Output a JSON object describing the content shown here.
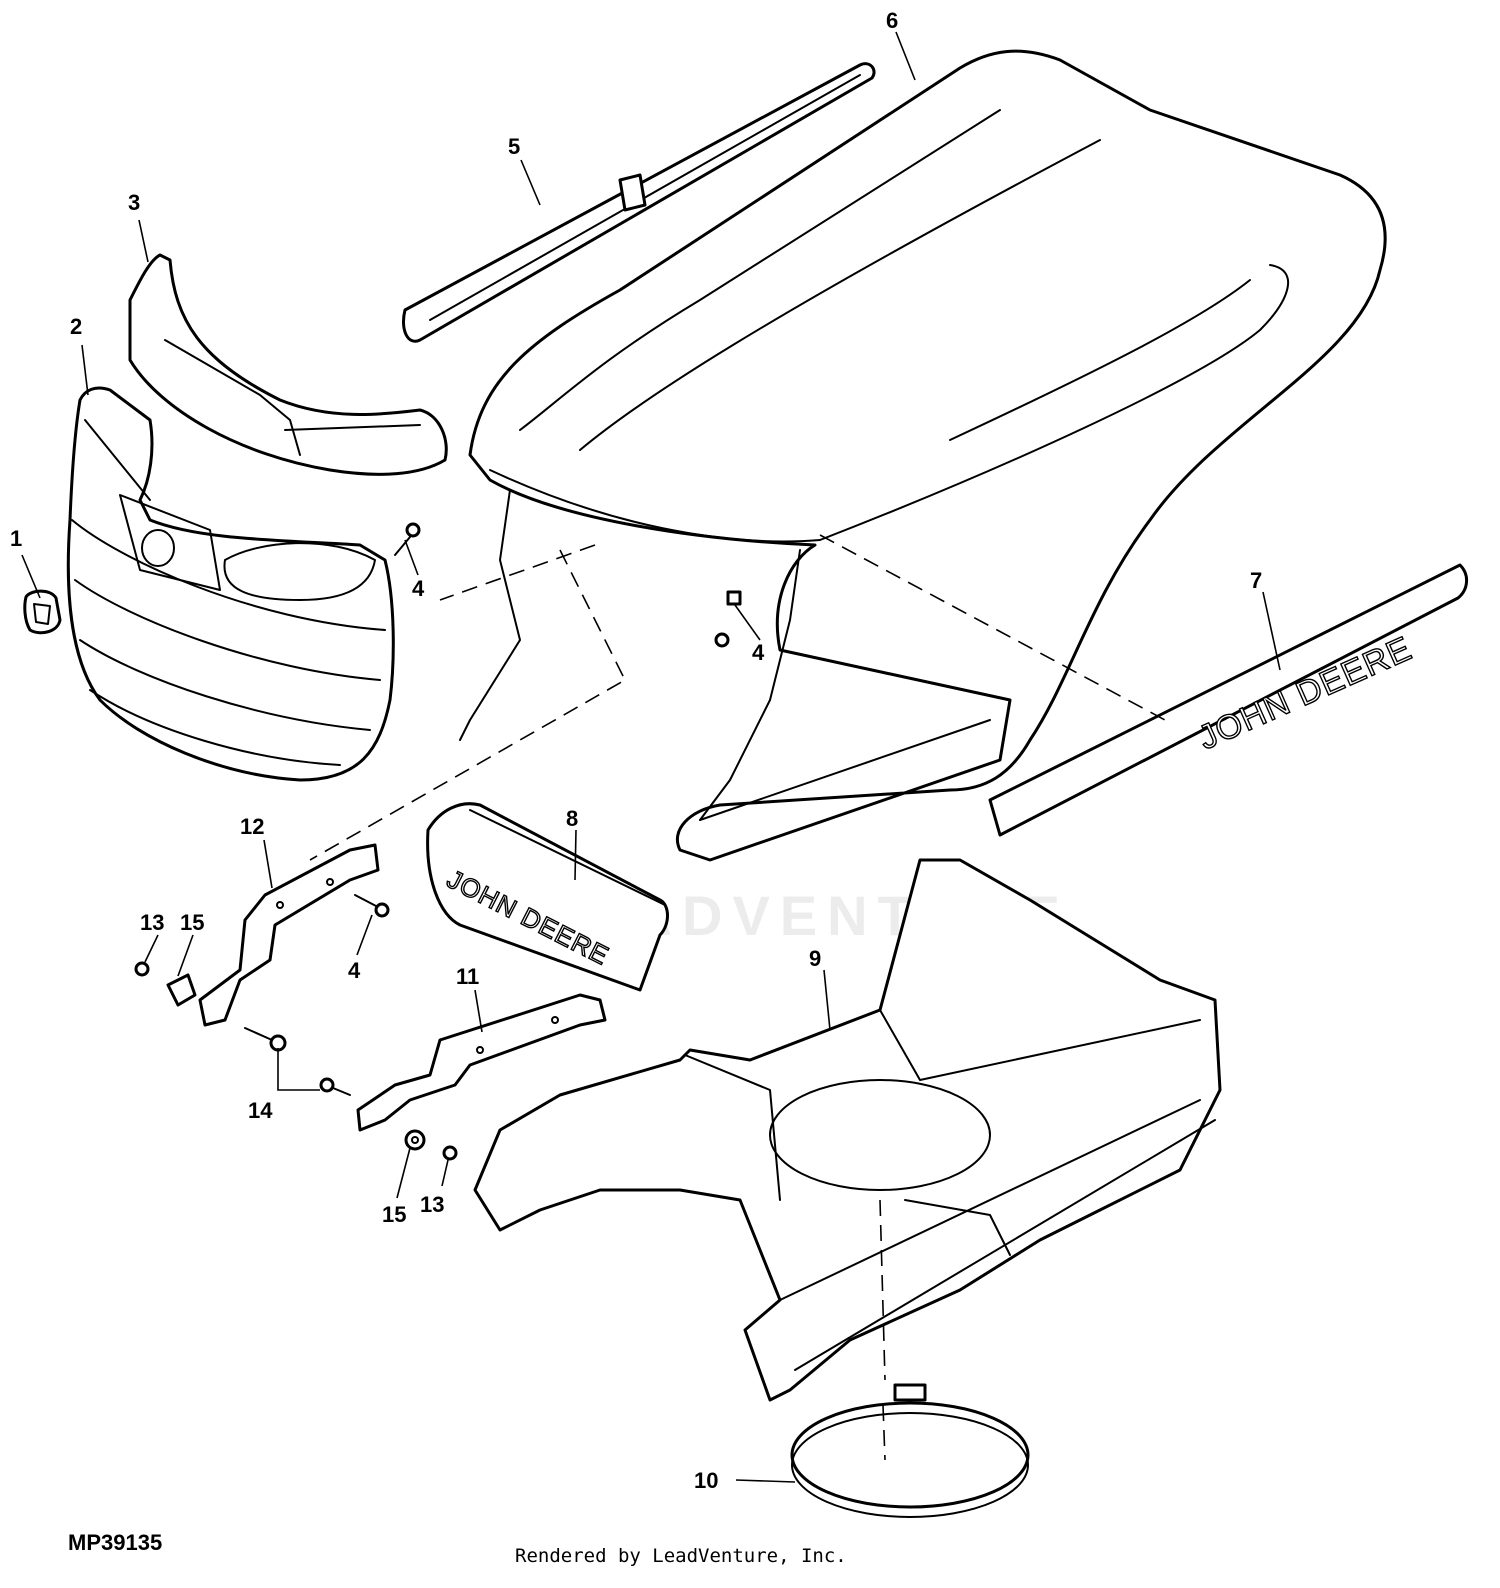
{
  "figure_id": "MP39135",
  "credit": "Rendered by LeadVenture, Inc.",
  "watermark": "LEADVENTURE",
  "brand_text": "JOHN DEERE",
  "callouts": {
    "c1": "1",
    "c2": "2",
    "c3": "3",
    "c4a": "4",
    "c4b": "4",
    "c4c": "4",
    "c5": "5",
    "c6": "6",
    "c7": "7",
    "c8": "8",
    "c9": "9",
    "c10": "10",
    "c11": "11",
    "c12": "12",
    "c13a": "13",
    "c13b": "13",
    "c14": "14",
    "c15a": "15",
    "c15b": "15"
  }
}
